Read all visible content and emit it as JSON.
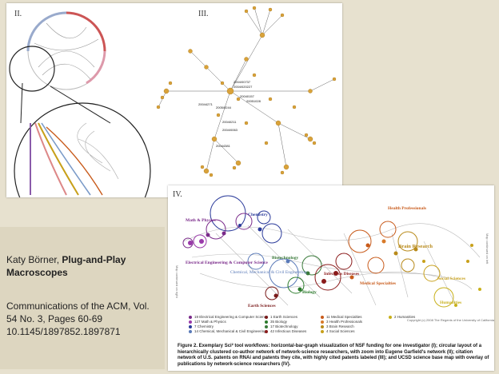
{
  "panels": {
    "panel2_label": "II.",
    "panel3_label": "III.",
    "panel4_label": "IV.",
    "panel3_node_labels": [
      "2004/00737",
      "2004/020227",
      "20040157",
      "20051028",
      "2005/0244",
      "20044271",
      "2004/0063",
      "20044381",
      "20040211"
    ]
  },
  "science_map": {
    "regions": [
      {
        "label": "Math & Physics",
        "color": "#7a2a8a"
      },
      {
        "label": "Chemistry",
        "color": "#2a3a9a"
      },
      {
        "label": "Health Professionals",
        "color": "#c85a1a"
      },
      {
        "label": "Electrical Engineering & Computer Science",
        "color": "#7a2a8a"
      },
      {
        "label": "Chemical, Mechanical & Civil Engineering",
        "color": "#5a7ab8"
      },
      {
        "label": "Biotechnology",
        "color": "#3a7a3a"
      },
      {
        "label": "Infectious Diseases",
        "color": "#8a1a1a"
      },
      {
        "label": "Brain Research",
        "color": "#b88a1a"
      },
      {
        "label": "Medical Specialties",
        "color": "#c85a1a"
      },
      {
        "label": "Social Sciences",
        "color": "#c8a01a"
      },
      {
        "label": "Humanities",
        "color": "#c8b01a"
      },
      {
        "label": "Biology",
        "color": "#2a7a2a"
      },
      {
        "label": "Earth Sciences",
        "color": "#7a1a1a"
      }
    ],
    "axis_left": "Map continued on right",
    "axis_right": "Map continued on left",
    "legend": [
      [
        "19",
        "Electrical Engineering & Computer Science",
        "#7a2a8a"
      ],
      [
        "127",
        "Math & Physics",
        "#9a3aaa"
      ],
      [
        "7",
        "Chemistry",
        "#2a3a9a"
      ],
      [
        "14",
        "Chemical, Mechanical & Civil Engineering",
        "#5a7ab8"
      ],
      [
        "1",
        "Earth Sciences",
        "#7a1a1a"
      ],
      [
        "35",
        "Biology",
        "#2a7a2a"
      ],
      [
        "17",
        "Biotechnology",
        "#3a7a3a"
      ],
      [
        "42",
        "Infectious Diseases",
        "#8a1a1a"
      ],
      [
        "11",
        "Medical Specialties",
        "#c85a1a"
      ],
      [
        "3",
        "Health Professionals",
        "#d87a2a"
      ],
      [
        "3",
        "Brain Research",
        "#b88a1a"
      ],
      [
        "4",
        "Social Sciences",
        "#c8a01a"
      ],
      [
        "2",
        "Humanities",
        "#c8b01a"
      ]
    ],
    "copyright": "Copyright (c) 2008 The Regents of the University of California"
  },
  "citation": {
    "author": "Katy Börner, ",
    "title_line1": "Plug-and-Play",
    "title_line2": "Macroscopes",
    "journal_line1": "Communications of the ACM, Vol.",
    "journal_line2": "54 No. 3, Pages 60-69",
    "doi": "10.1145/1897852.1897871"
  },
  "caption": "Figure 2. Exemplary Sci² tool workflows: horizontal-bar-graph visualization of NSF funding for one investigator (I); circular layout of a hierarchically clustered co-author network of network-science researchers, with zoom into Eugene Garfield's network (II); citation network of U.S. patents on RNAi and patents they cite, with highly cited patents labeled (III); and UCSD science base map with overlay of publications by network-science researchers (IV)."
}
